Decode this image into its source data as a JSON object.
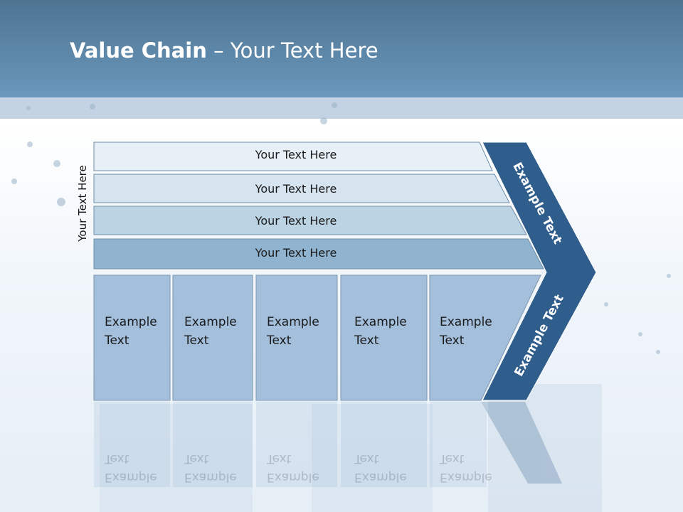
{
  "slide": {
    "title_bold": "Value Chain",
    "title_rest": " – Your Text Here"
  },
  "vertical_label": "Your Text Here",
  "rows": [
    {
      "label": "Your Text Here"
    },
    {
      "label": "Your Text Here"
    },
    {
      "label": "Your Text Here"
    },
    {
      "label": "Your Text Here"
    }
  ],
  "boxes": [
    {
      "label": "Example\nText"
    },
    {
      "label": "Example\nText"
    },
    {
      "label": "Example\nText"
    },
    {
      "label": "Example\nText"
    },
    {
      "label": "Example\nText"
    }
  ],
  "chevron": {
    "upper_label": "Example Text",
    "lower_label": "Example Text"
  },
  "colors": {
    "header": "#5f8bb0",
    "band": "#c3d3e3",
    "row_1": "#e8f0f7",
    "row_2": "#d6e4ef",
    "row_3": "#bcd3e4",
    "row_4": "#90b4d0",
    "boxes": "#a3bfdc",
    "chevron": "#2f5d8c"
  }
}
